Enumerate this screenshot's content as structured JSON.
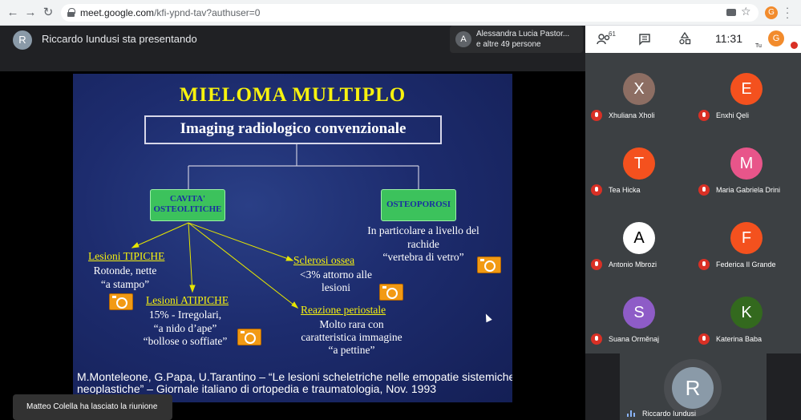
{
  "browser": {
    "back_icon": "arrow-left-icon",
    "forward_icon": "arrow-right-icon",
    "reload_icon": "reload-icon",
    "url_main": "meet.google.com",
    "url_path": "/kfi-ypnd-tav?authuser=0",
    "profile_initial": "G",
    "star_icon": "star-icon"
  },
  "meet": {
    "presenter_initial": "R",
    "presenter_text": "Riccardo Iundusi sta presentando",
    "notification": {
      "initial": "A",
      "line1": "Alessandra Lucia Pastor...",
      "line2": "e altre 49 persone"
    },
    "people_count": "61",
    "time": "11:31",
    "me_initial": "G",
    "me_label": "Tu",
    "toast": "Matteo Colella ha lasciato la riunione"
  },
  "slide": {
    "title": "MIELOMA MULTIPLO",
    "subtitle": "Imaging radiologico convenzionale",
    "box_left_line1": "CAVITA'",
    "box_left_line2": "OSTEOLITICHE",
    "box_right": "OSTEOPOROSI",
    "osteo_line1": "In particolare a livello del",
    "osteo_line2": "rachide",
    "osteo_line3": "“vertebra di vetro”",
    "tipiche_head": "Lesioni TIPICHE",
    "tipiche_l1": "Rotonde, nette",
    "tipiche_l2": "“a stampo”",
    "atipiche_head": "Lesioni ATIPICHE",
    "atipiche_l1": "15% - Irregolari,",
    "atipiche_l2": "“a nido d’ape”",
    "atipiche_l3": "“bollose o soffiate”",
    "sclerosi_head": "Sclerosi ossea",
    "sclerosi_l1": "<3% attorno alle",
    "sclerosi_l2": "lesioni",
    "reazione_head": "Reazione periostale",
    "reazione_l1": "Molto rara con",
    "reazione_l2": "caratteristica immagine",
    "reazione_l3": "“a pettine”",
    "cite_l1": "M.Monteleone, G.Papa, U.Tarantino – “Le lesioni scheletriche nelle emopatie sistemiche",
    "cite_l2": "neoplastiche” – Giornale italiano di ortopedia e traumatologia, Nov. 1993"
  },
  "participants": [
    {
      "initial": "X",
      "name": "Xhuliana Xholi",
      "color": "#8d6e63"
    },
    {
      "initial": "E",
      "name": "Enxhi Qeli",
      "color": "#f4511e"
    },
    {
      "initial": "T",
      "name": "Tea Hicka",
      "color": "#f4511e"
    },
    {
      "initial": "M",
      "name": "Maria Gabriela Drini",
      "color": "#e8558a"
    },
    {
      "initial": "A",
      "name": "Antonio Mbrozi",
      "color": "#ffffff"
    },
    {
      "initial": "F",
      "name": "Federica Il Grande",
      "color": "#f4511e"
    },
    {
      "initial": "S",
      "name": "Suana Orměnaj",
      "color": "#8e5cc7"
    },
    {
      "initial": "K",
      "name": "Katerina Baba",
      "color": "#33691e"
    }
  ],
  "presenter_tile": {
    "initial": "R",
    "name": "Riccardo Iundusi"
  }
}
